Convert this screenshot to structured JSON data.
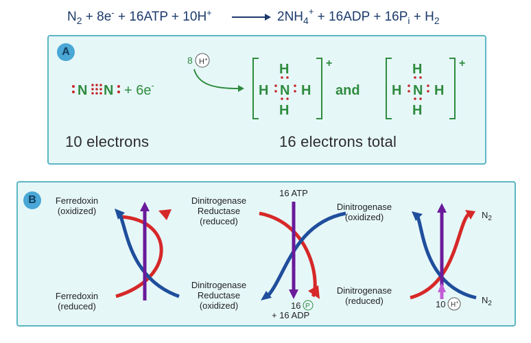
{
  "equation": {
    "reactants": [
      "N",
      "2",
      " + 8e",
      "-",
      " + 16ATP + 10H",
      "+"
    ],
    "products": [
      "2NH",
      "4",
      "+",
      " + 16ADP + 16P",
      "i",
      " + H",
      "2"
    ]
  },
  "panel_a": {
    "badge": "A",
    "n2_text": "N",
    "plus_6e": "+ 6e",
    "minus_sup": "-",
    "proton_count": "8",
    "proton_symbol": "H",
    "proton_charge": "+",
    "nh4_h": "H",
    "nh4_n": "N",
    "bracket_charge": "+",
    "and": "and",
    "electrons_left": "10 electrons",
    "electrons_right": "16 electrons total"
  },
  "panel_b": {
    "badge": "B",
    "ferredoxin_oxidized": "Ferredoxin\n(oxidized)",
    "ferredoxin_reduced": "Ferredoxin\n(reduced)",
    "reductase_reduced": "Dinitrogenase\nReductase\n(reduced)",
    "reductase_oxidized": "Dinitrogenase\nReductase\n(oxidized)",
    "atp": "16 ATP",
    "pi_count": "16",
    "pi_symbol": "P",
    "adp": "+ 16 ADP",
    "dinitrogenase_oxidized": "Dinitrogenase\n(oxidized)",
    "dinitrogenase_reduced": "Dinitrogenase\n(reduced)",
    "n2_top": "N",
    "n2_top_sub": "2",
    "n2_bottom": "N",
    "n2_bottom_sub": "2",
    "h_count": "10",
    "h_symbol": "H",
    "h_charge": "+"
  },
  "colors": {
    "blue": "#1f4e9c",
    "red": "#d62828",
    "purple": "#6a1b9a",
    "green": "#2e8b3e",
    "dot_red": "#c62828",
    "navy": "#1b3a6b"
  }
}
